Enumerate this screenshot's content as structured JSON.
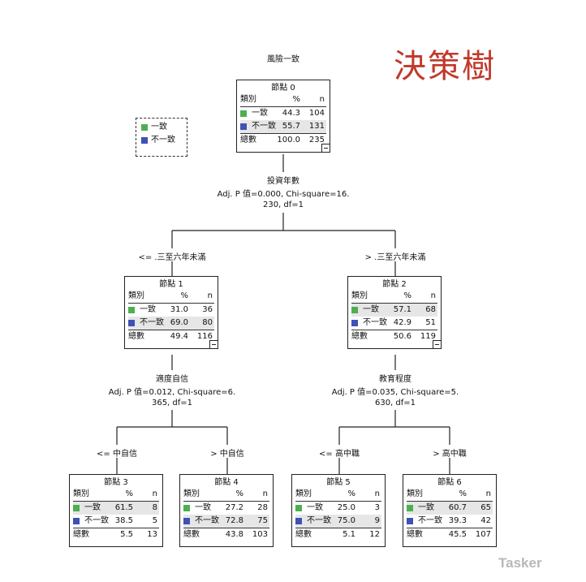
{
  "title": "決策樹",
  "target_label": "風險一致",
  "watermark": "Tasker",
  "colors": {
    "consistent": "#4caf50",
    "inconsistent": "#3f51b5",
    "title_red": "#c0392b"
  },
  "legend": {
    "items": [
      {
        "label": "一致",
        "color": "#4caf50"
      },
      {
        "label": "不一致",
        "color": "#3f51b5"
      }
    ]
  },
  "header": {
    "category": "類別",
    "percent": "%",
    "n": "n"
  },
  "total_label": "總數",
  "nodes": [
    {
      "name": "節點 0",
      "rows": [
        {
          "label": "一致",
          "pct": "44.3",
          "n": "104"
        },
        {
          "label": "不一致",
          "pct": "55.7",
          "n": "131"
        }
      ],
      "total_pct": "100.0",
      "total_n": "235"
    },
    {
      "name": "節點 1",
      "rows": [
        {
          "label": "一致",
          "pct": "31.0",
          "n": "36"
        },
        {
          "label": "不一致",
          "pct": "69.0",
          "n": "80"
        }
      ],
      "total_pct": "49.4",
      "total_n": "116"
    },
    {
      "name": "節點 2",
      "rows": [
        {
          "label": "一致",
          "pct": "57.1",
          "n": "68"
        },
        {
          "label": "不一致",
          "pct": "42.9",
          "n": "51"
        }
      ],
      "total_pct": "50.6",
      "total_n": "119"
    },
    {
      "name": "節點 3",
      "rows": [
        {
          "label": "一致",
          "pct": "61.5",
          "n": "8"
        },
        {
          "label": "不一致",
          "pct": "38.5",
          "n": "5"
        }
      ],
      "total_pct": "5.5",
      "total_n": "13"
    },
    {
      "name": "節點 4",
      "rows": [
        {
          "label": "一致",
          "pct": "27.2",
          "n": "28"
        },
        {
          "label": "不一致",
          "pct": "72.8",
          "n": "75"
        }
      ],
      "total_pct": "43.8",
      "total_n": "103"
    },
    {
      "name": "節點 5",
      "rows": [
        {
          "label": "一致",
          "pct": "25.0",
          "n": "3"
        },
        {
          "label": "不一致",
          "pct": "75.0",
          "n": "9"
        }
      ],
      "total_pct": "5.1",
      "total_n": "12"
    },
    {
      "name": "節點 6",
      "rows": [
        {
          "label": "一致",
          "pct": "60.7",
          "n": "65"
        },
        {
          "label": "不一致",
          "pct": "39.3",
          "n": "42"
        }
      ],
      "total_pct": "45.5",
      "total_n": "107"
    }
  ],
  "splits": [
    {
      "variable": "投資年數",
      "stat_line1": "Adj. P 值=0.000, Chi-square=16.",
      "stat_line2": "230, df=1"
    },
    {
      "variable": "適度自信",
      "stat_line1": "Adj. P 值=0.012, Chi-square=6.",
      "stat_line2": "365, df=1"
    },
    {
      "variable": "教育程度",
      "stat_line1": "Adj. P 值=0.035, Chi-square=5.",
      "stat_line2": "630, df=1"
    }
  ],
  "branches": [
    "<= .三至六年未滿",
    "> .三至六年未滿",
    "<= 中自信",
    "> 中自信",
    "<= 高中職",
    "> 高中職"
  ]
}
